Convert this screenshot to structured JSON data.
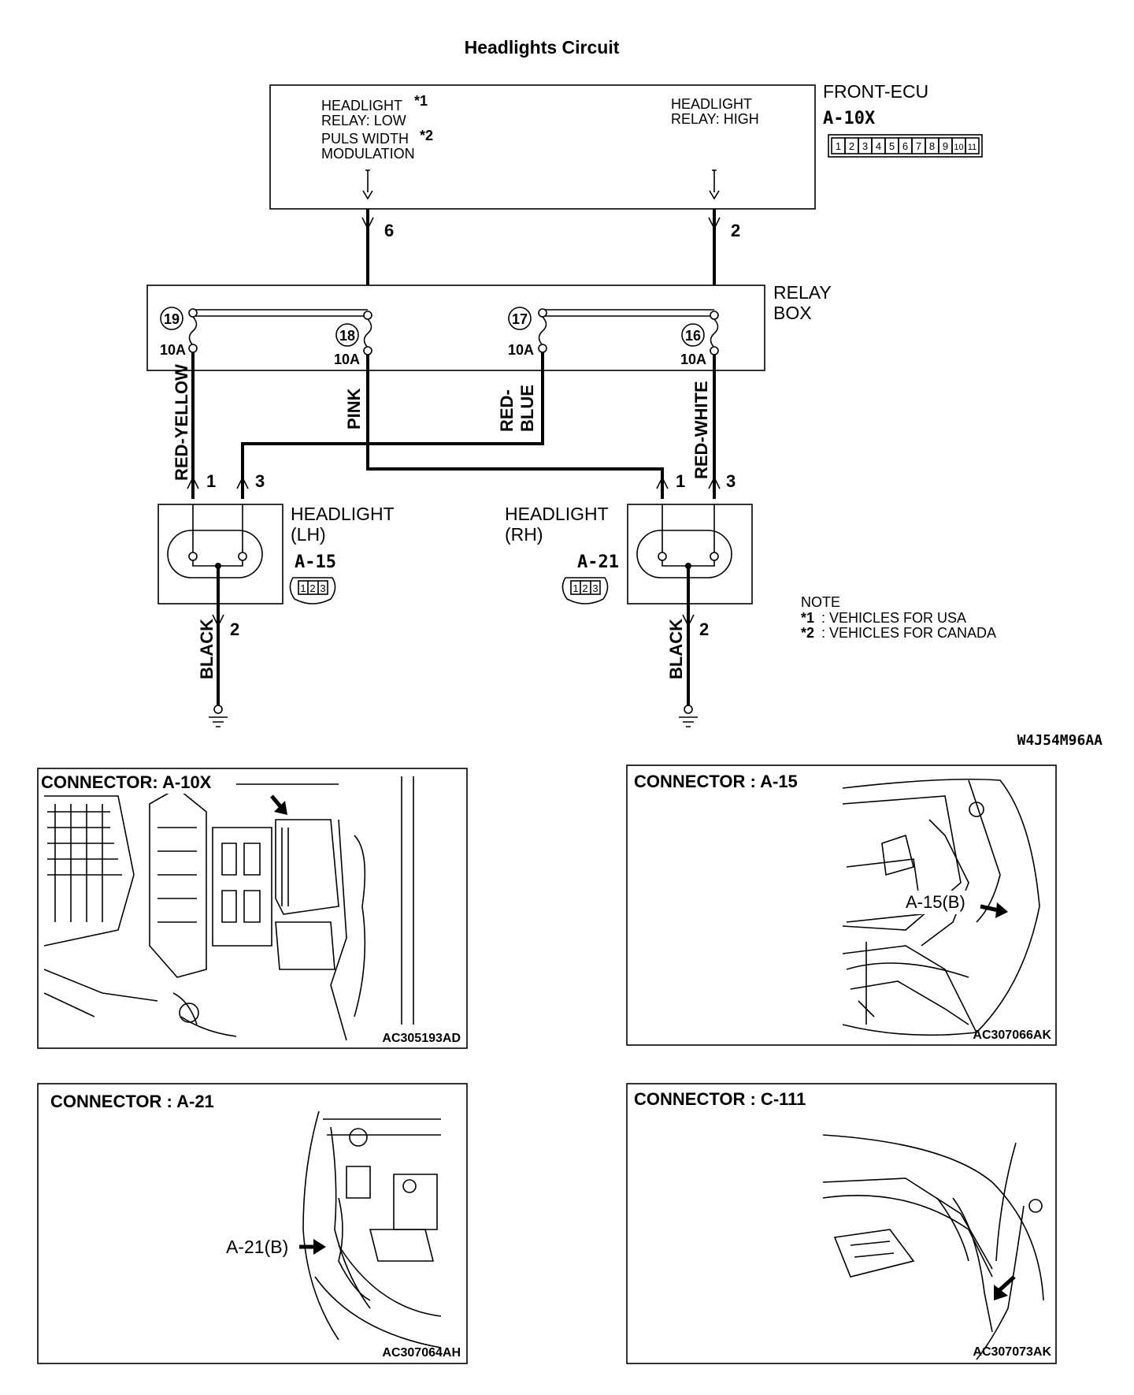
{
  "title": "Headlights Circuit",
  "front_ecu": {
    "name": "FRONT-ECU",
    "connector": "A-10X",
    "pins": [
      "1",
      "2",
      "3",
      "4",
      "5",
      "6",
      "7",
      "8",
      "9",
      "10",
      "11"
    ],
    "low_label_1": "HEADLIGHT",
    "low_star": "*1",
    "low_label_2": "RELAY: LOW",
    "low_label_3": "PULS WIDTH",
    "low_star2": "*2",
    "low_label_4": "MODULATION",
    "high_label_1": "HEADLIGHT",
    "high_label_2": "RELAY: HIGH",
    "pin_low": "6",
    "pin_high": "2"
  },
  "relay_box": {
    "label_1": "RELAY",
    "label_2": "BOX",
    "fuses": [
      {
        "num": "19",
        "rating": "10A"
      },
      {
        "num": "18",
        "rating": "10A"
      },
      {
        "num": "17",
        "rating": "10A"
      },
      {
        "num": "16",
        "rating": "10A"
      }
    ]
  },
  "wires": {
    "red_yellow": "RED-YELLOW",
    "pink": "PINK",
    "red_blue_1": "RED-",
    "red_blue_2": "BLUE",
    "red_white": "RED-WHITE",
    "black": "BLACK"
  },
  "headlight_lh": {
    "label_1": "HEADLIGHT",
    "label_2": "(LH)",
    "connector": "A-15",
    "pins": [
      "1",
      "2",
      "3"
    ],
    "pin_a": "1",
    "pin_b": "3",
    "pin_gnd": "2"
  },
  "headlight_rh": {
    "label_1": "HEADLIGHT",
    "label_2": "(RH)",
    "connector": "A-21",
    "pins": [
      "1",
      "2",
      "3"
    ],
    "pin_a": "1",
    "pin_b": "3",
    "pin_gnd": "2"
  },
  "note": {
    "title": "NOTE",
    "line1_star": "*1",
    "line1": ": VEHICLES FOR USA",
    "line2_star": "*2",
    "line2": ": VEHICLES FOR CANADA"
  },
  "diagram_code": "W4J54M96AA",
  "panels": [
    {
      "title": "CONNECTOR: A-10X",
      "code": "AC305193AD"
    },
    {
      "title": "CONNECTOR : A-15",
      "code": "AC307066AK",
      "callout": "A-15(B)"
    },
    {
      "title": "CONNECTOR : A-21",
      "code": "AC307064AH",
      "callout": "A-21(B)"
    },
    {
      "title": "CONNECTOR : C-111",
      "code": "AC307073AK"
    }
  ]
}
